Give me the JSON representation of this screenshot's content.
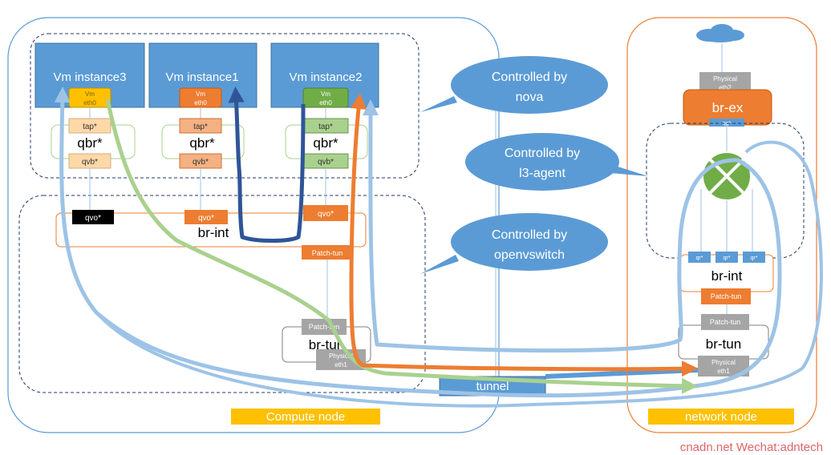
{
  "compute_node": {
    "label": "Compute node",
    "vm_instances": [
      {
        "name": "Vm instance3",
        "port_line1": "Vm",
        "port_line2": "eth0"
      },
      {
        "name": "Vm instance1",
        "port_line1": "Vm",
        "port_line2": "eth0"
      },
      {
        "name": "Vm instance2",
        "port_line1": "Vm",
        "port_line2": "eth0"
      }
    ],
    "qbr_label": "qbr*",
    "tap_label": "tap*",
    "qvb_label": "qvb*",
    "qvo_label": "qvo*",
    "br_int_label": "br-int",
    "patch_tun_label": "Patch-tun",
    "br_tun_label": "br-tun",
    "physical_eth1": {
      "line1": "Physical",
      "line2": "eth1"
    }
  },
  "tunnel_label": "tunnel",
  "callouts": {
    "nova": {
      "line1": "Controlled by",
      "line2": "nova"
    },
    "l3_agent": {
      "line1": "Controlled by",
      "line2": "l3-agent"
    },
    "openvswitch": {
      "line1": "Controlled by",
      "line2": "openvswitch"
    }
  },
  "network_node": {
    "label": "network node",
    "physical_eth2": {
      "line1": "Physical",
      "line2": "eth2"
    },
    "br_ex_label": "br-ex",
    "qg_label": "qg*",
    "qr_label": "qr*",
    "br_int_label": "br-int",
    "patch_tun_label": "Patch-tun",
    "br_tun_label": "br-tun",
    "physical_eth1": {
      "line1": "Physical",
      "line2": "eth1"
    }
  },
  "watermark": "cnadn.net Wechat:adntech",
  "colors": {
    "node_border": "#5b9bd5",
    "network_node_border": "#ed7d31",
    "vm_fill": "#5b9bd5",
    "orange": "#ed7d31",
    "green_port": "#70ad47",
    "light_blue_path": "#9dc3e6",
    "green_path": "#a9d18e",
    "dark_blue_path": "#2f5597",
    "label_yellow": "#ffc000",
    "watermark": "#e06666"
  }
}
